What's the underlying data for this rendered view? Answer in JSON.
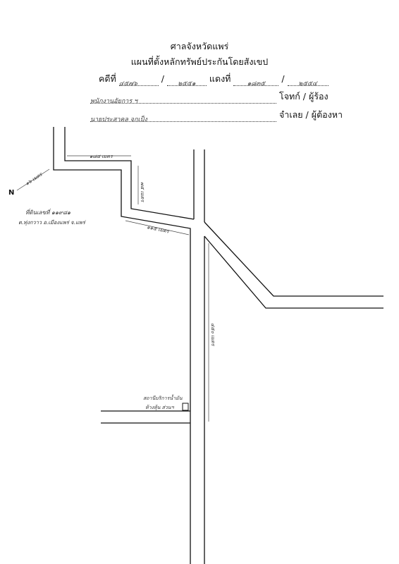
{
  "header": {
    "court": "ศาลจังหวัดแพร่",
    "title": "แผนที่ตั้งหลักทรัพย์ประกันโดยสังเขป"
  },
  "case_line": {
    "black_label": "คดีที่",
    "black_num": "๔๕๗๖",
    "black_sep": "/",
    "black_year": "๒๕๕๑",
    "red_label": "แดงที่",
    "red_num": "๑๘๓๕",
    "red_sep": "/",
    "red_year": "๒๕๕๔"
  },
  "plaintiff": {
    "name": "พนักงานอัยการ ฯ",
    "role": "โจทก์ / ผู้ร้อง"
  },
  "defendant": {
    "name": "นายประสาคล จกเป็ง",
    "role": "จำเลย / ผู้ต้องหา"
  },
  "map": {
    "north_symbol": "N",
    "dist_north": "๑๖ เมตร",
    "dist_top": "๑๘๕ เมตร",
    "dist_side": "๗๕ เมตร",
    "dist_mid": "๑๑๕ เมตร",
    "dist_main": "๔๕๐ เมตร",
    "parcel_line1": "ที่ดินเลขที่ ๑๑๙๘๑",
    "parcel_line2": "ต.ทุ่งกวาว อ.เมืองแพร่ จ.แพร่",
    "landmark_line1": "สถานีบริการน้ำมัน",
    "landmark_line2": "ห้างหุ้น ส่วนฯ"
  }
}
